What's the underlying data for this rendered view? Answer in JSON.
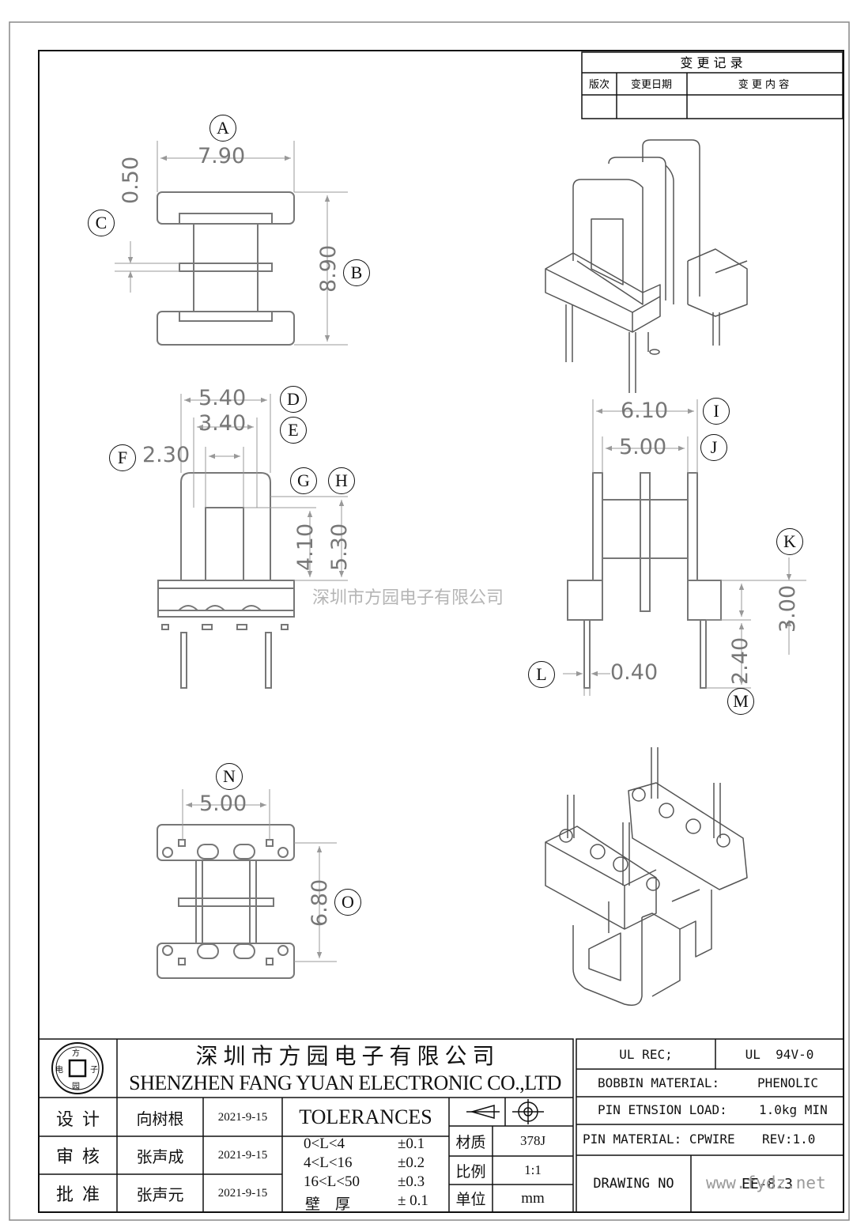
{
  "revision_table": {
    "title": "变 更 记 录",
    "col_version": "版次",
    "col_date": "变更日期",
    "col_content": "变 更 内 容"
  },
  "dimensions": {
    "A": {
      "letter": "A",
      "value": "7.90"
    },
    "B": {
      "letter": "B",
      "value": "8.90"
    },
    "C": {
      "letter": "C",
      "value": "0.50"
    },
    "D": {
      "letter": "D",
      "value": "5.40"
    },
    "E": {
      "letter": "E",
      "value": "3.40"
    },
    "F": {
      "letter": "F",
      "value": "2.30"
    },
    "G": {
      "letter": "G",
      "value": "4.10"
    },
    "H": {
      "letter": "H",
      "value": "5.30"
    },
    "I": {
      "letter": "I",
      "value": "6.10"
    },
    "J": {
      "letter": "J",
      "value": "5.00"
    },
    "K": {
      "letter": "K",
      "value": "3.00"
    },
    "L": {
      "letter": "L",
      "value": "0.40"
    },
    "M": {
      "letter": "M",
      "value": "2.40"
    },
    "N": {
      "letter": "N",
      "value": "5.00"
    },
    "O": {
      "letter": "O",
      "value": "6.80"
    }
  },
  "watermark": "深圳市方园电子有限公司",
  "title_block": {
    "logo": {
      "top": "方",
      "left": "电",
      "right": "子",
      "bottom": "园"
    },
    "company_cn": "深 圳 市 方 园 电 子 有 限 公 司",
    "company_en": "SHENZHEN FANG YUAN ELECTRONIC CO.,LTD",
    "roles": [
      {
        "label": "设  计",
        "name": "向树根",
        "date": "2021-9-15"
      },
      {
        "label": "审  核",
        "name": "张声成",
        "date": "2021-9-15"
      },
      {
        "label": "批  准",
        "name": "张声元",
        "date": "2021-9-15"
      }
    ],
    "tolerances_title": "TOLERANCES",
    "tolerances": [
      {
        "range": "0<L<4",
        "tol": "±0.1"
      },
      {
        "range": "4<L<16",
        "tol": "±0.2"
      },
      {
        "range": "16<L<50",
        "tol": "±0.3"
      },
      {
        "range": "壁    厚",
        "tol": "± 0.1"
      }
    ],
    "material_label": "材质",
    "material_value": "378J",
    "scale_label": "比例",
    "scale_value": "1:1",
    "unit_label": "单位",
    "unit_value": "mm",
    "ul_rec_label": "UL REC;",
    "ul_rec_value": "UL  94V-0",
    "bobbin_material_label": "BOBBIN MATERIAL:",
    "bobbin_material_value": "PHENOLIC",
    "pin_load_label": "PIN ETNSION LOAD:",
    "pin_load_value": "1.0kg MIN",
    "pin_material_label": "PIN MATERIAL: CPWIRE",
    "rev": "REV:1.0",
    "drawing_no_label": "DRAWING NO",
    "drawing_no_value": "EE-8.3",
    "website": "www.fydz.net"
  }
}
